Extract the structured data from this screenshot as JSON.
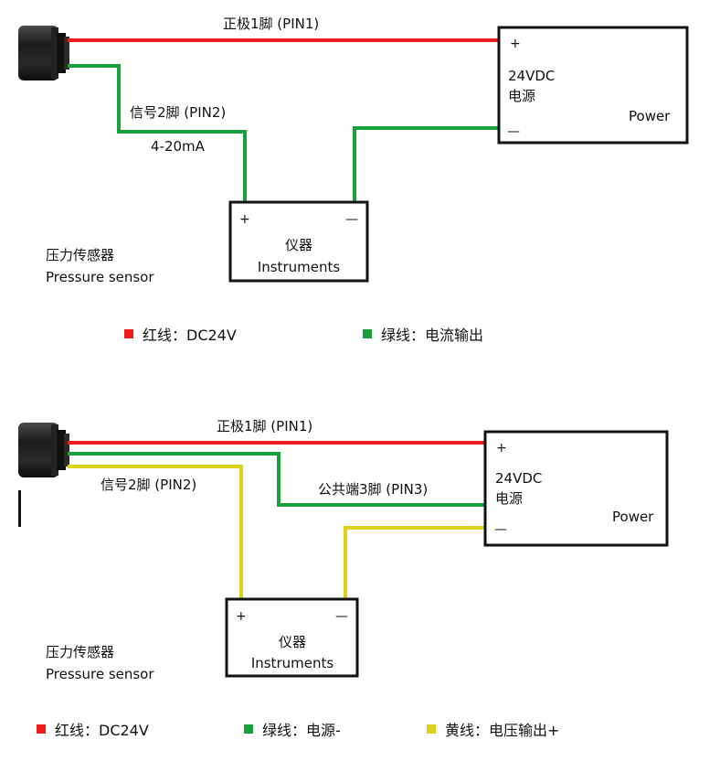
{
  "colors": {
    "red": "#ee1c1c",
    "green": "#19a03a",
    "yellow": "#dcd21c",
    "box": "#111111"
  },
  "diagram1": {
    "pin1_label": "正极1脚 (PIN1)",
    "pin2_label": "信号2脚 (PIN2)",
    "current_label": "4-20mA",
    "power_plus": "+",
    "power_minus": "—",
    "power_voltage": "24VDC",
    "power_cn": "电源",
    "power_en": "Power",
    "inst_plus": "+",
    "inst_minus": "—",
    "inst_cn": "仪器",
    "inst_en": "Instruments",
    "sensor_cn": "压力传感器",
    "sensor_en": "Pressure sensor",
    "legend": [
      {
        "color": "red",
        "text": "红线：DC24V"
      },
      {
        "color": "green",
        "text": "绿线：电流输出"
      }
    ]
  },
  "diagram2": {
    "pin1_label": "正极1脚 (PIN1)",
    "pin2_label": "信号2脚 (PIN2)",
    "pin3_label": "公共端3脚 (PIN3)",
    "power_plus": "+",
    "power_minus": "—",
    "power_voltage": "24VDC",
    "power_cn": "电源",
    "power_en": "Power",
    "inst_plus": "+",
    "inst_minus": "—",
    "inst_cn": "仪器",
    "inst_en": "Instruments",
    "sensor_cn": "压力传感器",
    "sensor_en": "Pressure sensor",
    "legend": [
      {
        "color": "red",
        "text": "红线：DC24V"
      },
      {
        "color": "green",
        "text": "绿线：电源-"
      },
      {
        "color": "yellow",
        "text": "黄线：电压输出+"
      }
    ]
  }
}
